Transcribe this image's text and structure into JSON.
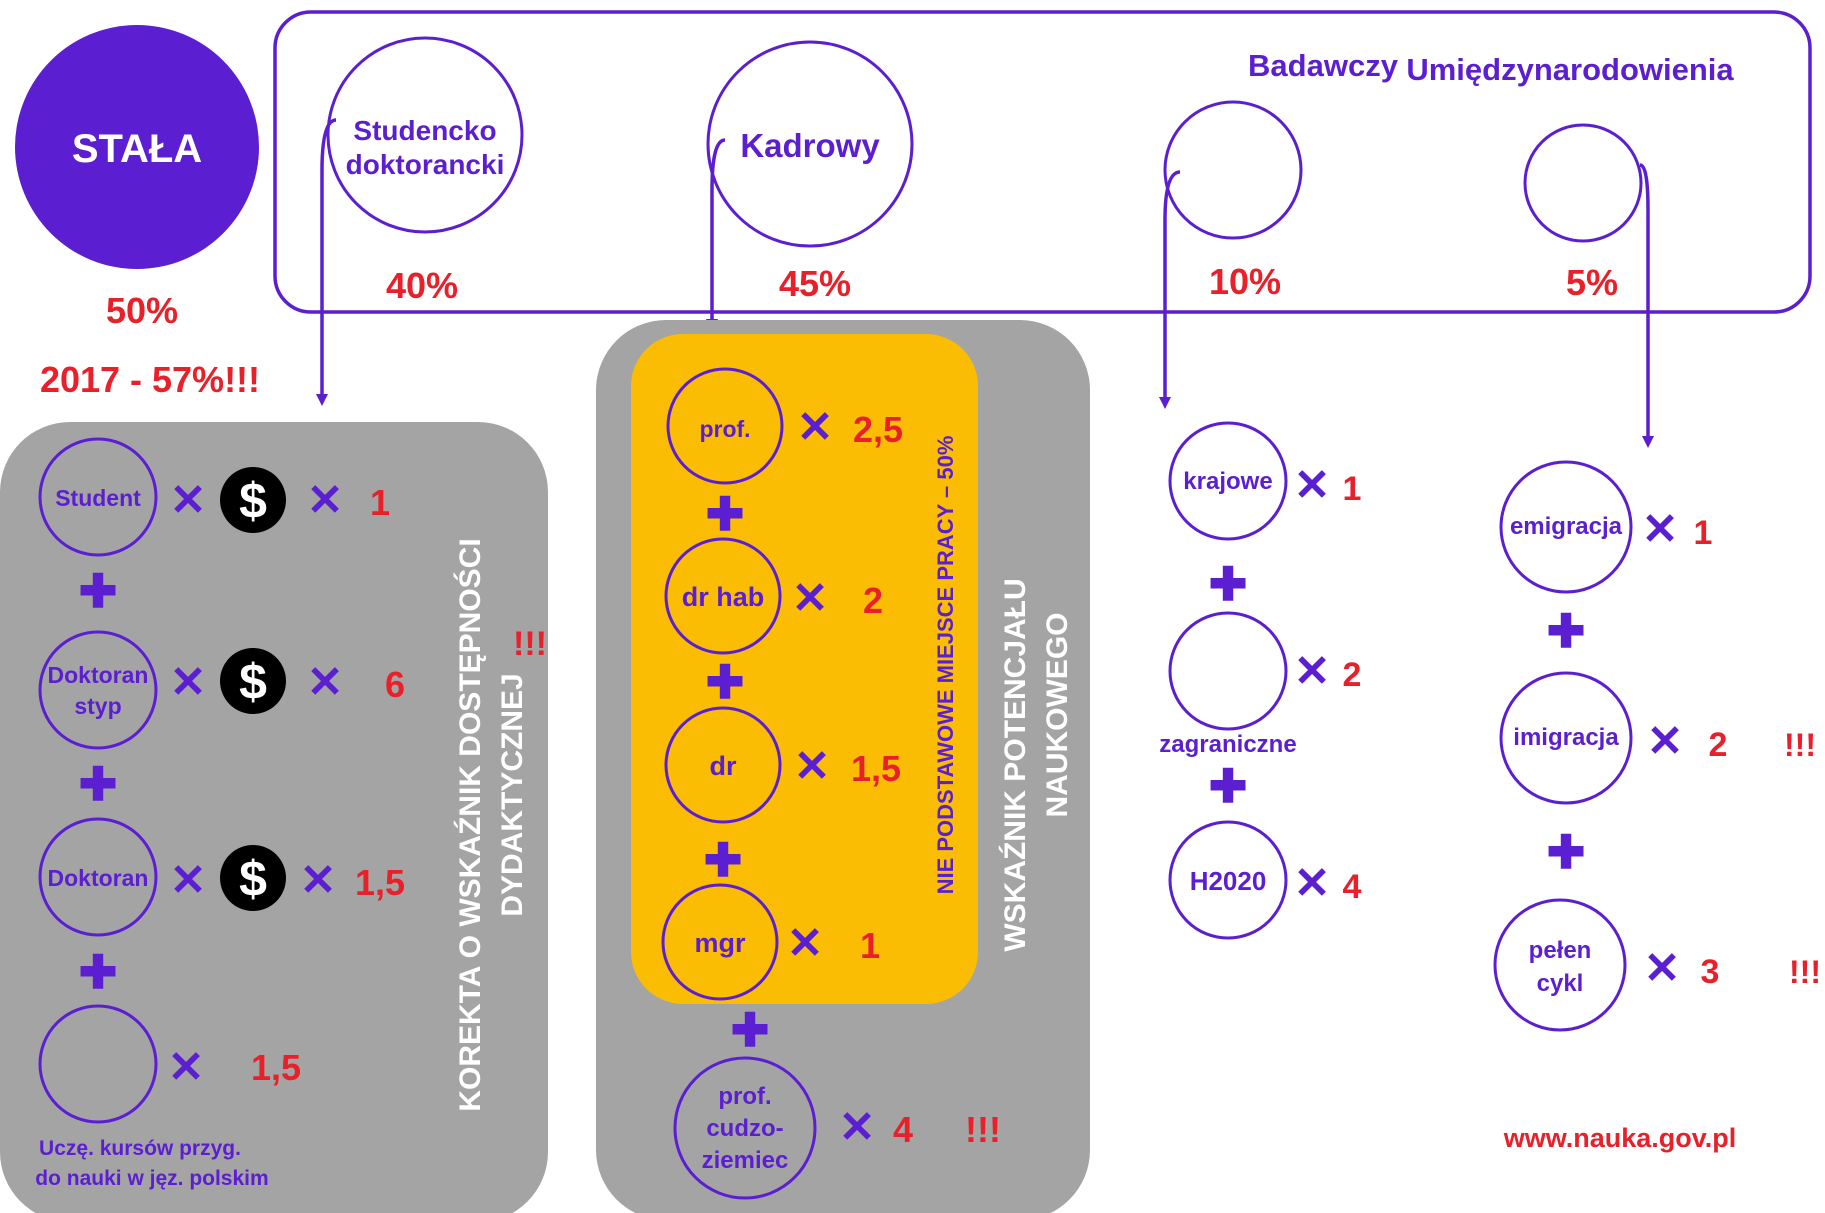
{
  "colors": {
    "purple": "#5b1fd1",
    "red": "#e8202a",
    "gray_panel": "#a4a4a4",
    "orange_panel": "#fbbc04",
    "dollar_circle": "#000000"
  },
  "top": {
    "stala_label": "STAŁA",
    "stala_pct": "50%",
    "stala_note": "2017 - 57%!!!",
    "categories": [
      {
        "label_line1": "Studencko",
        "label_line2": "doktorancki",
        "pct": "40%"
      },
      {
        "label": "Kadrowy",
        "pct": "45%"
      },
      {
        "label": "Badawczy",
        "pct": "10%"
      },
      {
        "label": "Umiędzynarodowienia",
        "pct": "5%"
      }
    ]
  },
  "students": {
    "items": [
      {
        "label_line1": "Student",
        "label_line2": "",
        "multiplier": "1"
      },
      {
        "label_line1": "Doktoran",
        "label_line2": "styp",
        "multiplier": "6"
      },
      {
        "label_line1": "Doktoran",
        "label_line2": "",
        "multiplier": "1,5"
      },
      {
        "label_line1": "",
        "label_line2": "",
        "multiplier": "1,5"
      }
    ],
    "footnote_line1": "Uczę. kursów przyg.",
    "footnote_line2": "do nauki w jęz. polskim",
    "vertical_line1": "KOREKTA O WSKAŹNIK DOSTĘPNOŚCI",
    "vertical_line2": "DYDAKTYCZNEJ",
    "exclaim": "!!!",
    "dollar_icon": "$"
  },
  "staff": {
    "items": [
      {
        "label_line1": "prof.",
        "multiplier": "2,5"
      },
      {
        "label_line1": "dr hab",
        "multiplier": "2"
      },
      {
        "label_line1": "dr",
        "multiplier": "1,5"
      },
      {
        "label_line1": "mgr",
        "multiplier": "1"
      }
    ],
    "foreign": {
      "line1": "prof.",
      "line2": "cudzo-",
      "line3": "ziemiec",
      "multiplier": "4",
      "exclaim": "!!!"
    },
    "orange_vertical": "NIE PODSTAWOWE MIEJSCE PRACY – 50%",
    "vertical_line1": "WSKAŹNIK POTENCJAŁU",
    "vertical_line2": "NAUKOWEGO"
  },
  "research": {
    "items": [
      {
        "label": "krajowe",
        "multiplier": "1"
      },
      {
        "label": "",
        "multiplier": "2"
      },
      {
        "label": "H2020",
        "multiplier": "4"
      }
    ],
    "zagraniczne_label": "zagraniczne"
  },
  "international": {
    "items": [
      {
        "label_line1": "emigracja",
        "label_line2": "",
        "multiplier": "1",
        "exclaim": ""
      },
      {
        "label_line1": "imigracja",
        "label_line2": "",
        "multiplier": "2",
        "exclaim": "!!!"
      },
      {
        "label_line1": "pełen",
        "label_line2": "cykl",
        "multiplier": "3",
        "exclaim": "!!!"
      }
    ]
  },
  "website": "www.nauka.gov.pl",
  "symbols": {
    "times": "✕",
    "plus": "✚"
  }
}
